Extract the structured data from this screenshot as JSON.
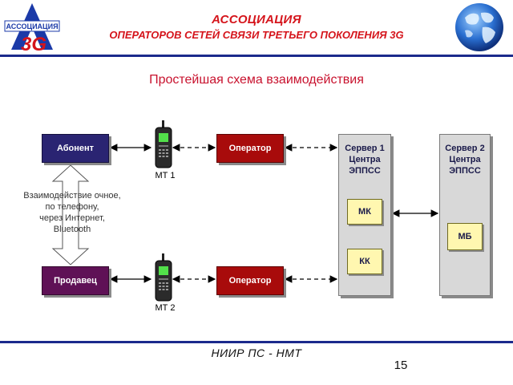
{
  "header": {
    "logo_text": "АССОЦИАЦИЯ",
    "logo_mark": "3G",
    "title_line1": "АССОЦИАЦИЯ",
    "title_line2": "ОПЕРАТОРОВ СЕТЕЙ СВЯЗИ ТРЕТЬЕГО ПОКОЛЕНИЯ  3G"
  },
  "slide": {
    "title": "Простейшая схема взаимодействия"
  },
  "diagram": {
    "subscriber": "Абонент",
    "seller": "Продавец",
    "operator_top": "Оператор",
    "operator_bottom": "Оператор",
    "mt1": "МТ 1",
    "mt2": "МТ 2",
    "interaction_note": [
      "Взаимодействие очное,",
      "по телефону,",
      "через Интернет,",
      "Bluetooth"
    ],
    "server1": {
      "title": [
        "Сервер 1",
        "Центра",
        "ЭППСС"
      ],
      "modules": [
        "МК",
        "КК"
      ]
    },
    "server2": {
      "title": [
        "Сервер 2",
        "Центра",
        "ЭППСС"
      ],
      "modules": [
        "МБ"
      ]
    }
  },
  "footer": {
    "text": "НИИР ПС - НМТ",
    "page": "15"
  },
  "colors": {
    "brand_red": "#d5141b",
    "brand_blue": "#1b2a8c"
  }
}
